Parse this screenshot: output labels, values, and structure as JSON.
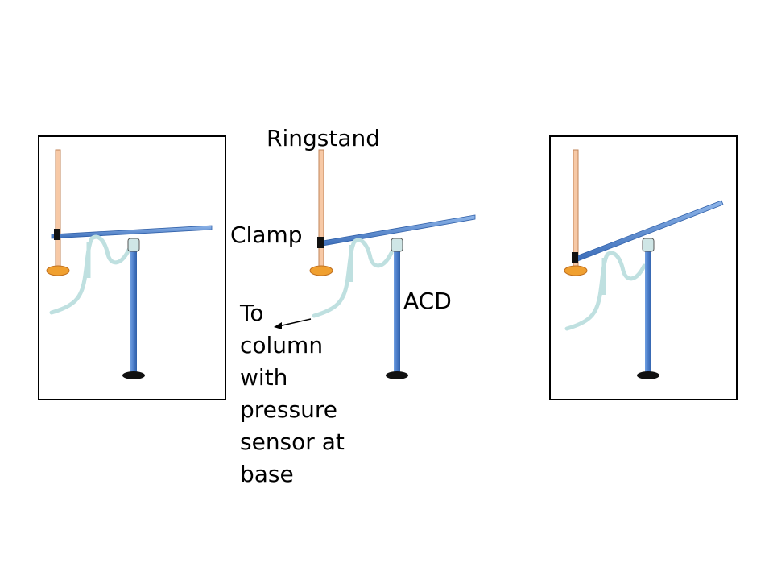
{
  "labels": {
    "ringstand": "Ringstand",
    "clamp": "Clamp",
    "acd": "ACD",
    "tube_note": [
      "To",
      "column",
      "with",
      "pressure",
      "sensor at",
      "base"
    ]
  },
  "colors": {
    "rod": "#f7c9a6",
    "rod_outline": "#c0855a",
    "base_disc": "#f0a030",
    "beam": "#5b8fd6",
    "beam_edge": "#2f5fa8",
    "column": "#4a7cc8",
    "tubing": "#bfe0e0",
    "frame": "#000000"
  }
}
